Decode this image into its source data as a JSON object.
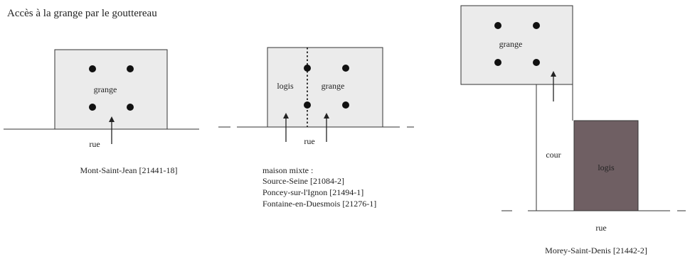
{
  "title": "Accès à la grange par le gouttereau",
  "colors": {
    "building_fill": "#ebebeb",
    "logis_fill": "#6f5f63",
    "line": "#333333",
    "dot": "#111111",
    "background": "#ffffff"
  },
  "diagram1": {
    "building_label": "grange",
    "street_label": "rue",
    "caption": "Mont-Saint-Jean [21441-18]"
  },
  "diagram2": {
    "left_label": "logis",
    "right_label": "grange",
    "street_label": "rue",
    "caption_lines": [
      "maison mixte :",
      "Source-Seine [21084-2]",
      "Poncey-sur-l'Ignon [21494-1]",
      "Fontaine-en-Duesmois [21276-1]"
    ]
  },
  "diagram3": {
    "grange_label": "grange",
    "cour_label": "cour",
    "logis_label": "logis",
    "street_label": "rue",
    "caption": "Morey-Saint-Denis [21442-2]"
  }
}
